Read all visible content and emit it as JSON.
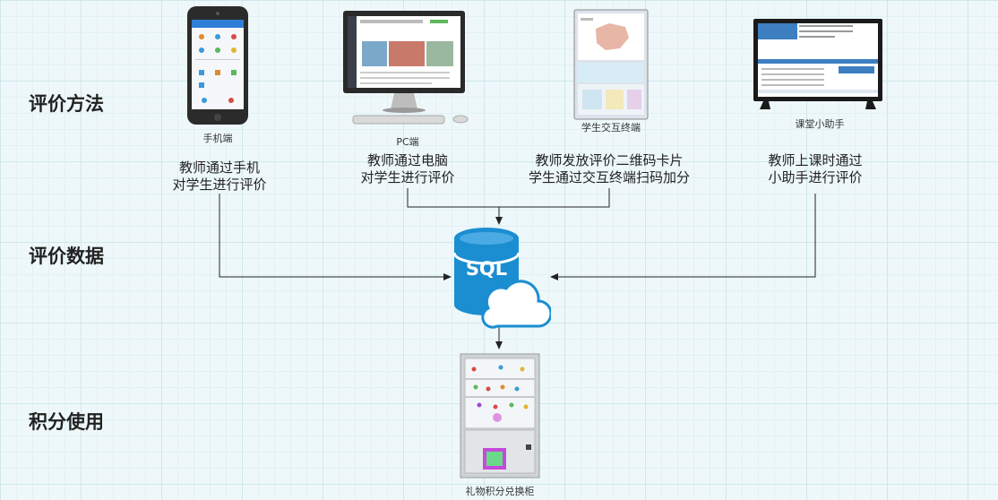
{
  "sections": {
    "method": "评价方法",
    "data": "评价数据",
    "usage": "积分使用"
  },
  "devices": [
    {
      "id": "phone",
      "caption": "手机端",
      "desc_line1": "教师通过手机",
      "desc_line2": "对学生进行评价",
      "icon": "smartphone-icon"
    },
    {
      "id": "pc",
      "caption": "PC端",
      "desc_line1": "教师通过电脑",
      "desc_line2": "对学生进行评价",
      "icon": "desktop-computer-icon"
    },
    {
      "id": "terminal",
      "caption": "学生交互终端",
      "desc_line1": "教师发放评价二维码卡片",
      "desc_line2": "学生通过交互终端扫码加分",
      "icon": "kiosk-terminal-icon"
    },
    {
      "id": "assistant",
      "caption": "课堂小助手",
      "desc_line1": "教师上课时通过",
      "desc_line2": "小助手进行评价",
      "icon": "classroom-display-icon"
    }
  ],
  "database": {
    "label": "SQL",
    "icon": "cloud-database-icon"
  },
  "cabinet": {
    "caption": "礼物积分兑换柜",
    "icon": "gift-cabinet-icon"
  },
  "colors": {
    "db": "#1b8ed1",
    "arrow": "#222222",
    "grid": "#cfe7ec",
    "background": "#eef8fa"
  }
}
